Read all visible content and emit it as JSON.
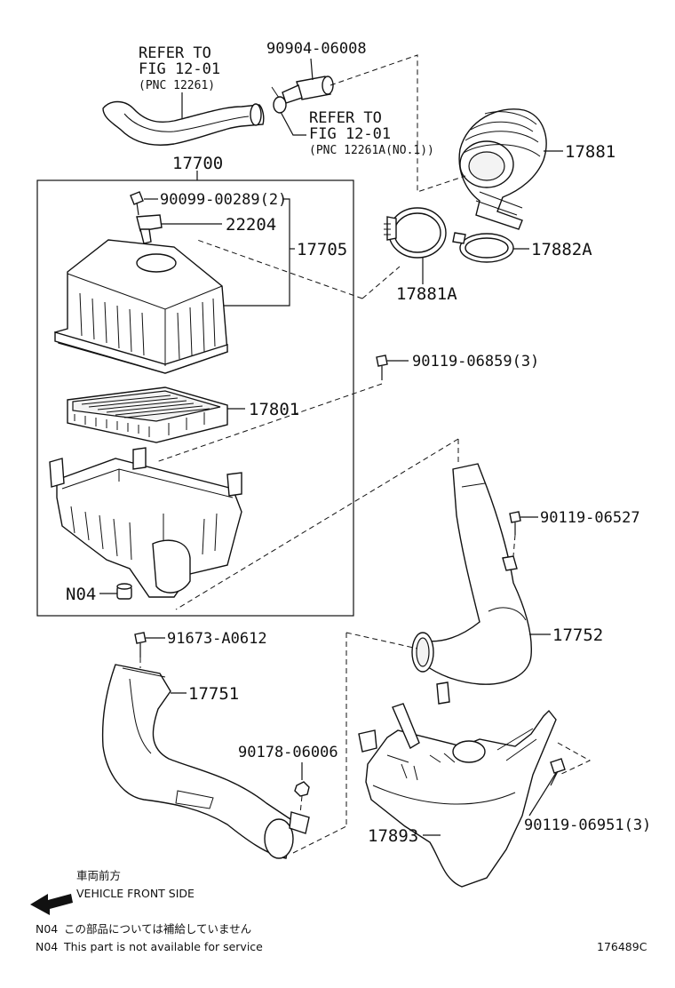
{
  "callouts": {
    "refer_hose": [
      "REFER TO",
      "FIG 12-01",
      "(PNC 12261)"
    ],
    "p_90904": "90904-06008",
    "refer_clamp": [
      "REFER TO",
      "FIG 12-01",
      "(PNC 12261A(NO.1))"
    ],
    "p_17881": "17881",
    "p_17700": "17700",
    "p_90099": "90099-00289(2)",
    "p_22204": "22204",
    "p_17705": "17705",
    "p_17882a": "17882A",
    "p_17881a": "17881A",
    "p_90119_06859": "90119-06859(3)",
    "p_17801": "17801",
    "p_90119_06527": "90119-06527",
    "p_n04": "N04",
    "p_17752": "17752",
    "p_91673": "91673-A0612",
    "p_17751": "17751",
    "p_90178": "90178-06006",
    "p_90119_06951": "90119-06951(3)",
    "p_17893": "17893"
  },
  "direction": {
    "label_jp": "車両前方",
    "label_en": "VEHICLE FRONT SIDE"
  },
  "notes": {
    "jp_code": "N04",
    "jp_text": "この部品については補給していません",
    "en_code": "N04",
    "en_text": "This part is not available for service"
  },
  "figure_id": "176489C"
}
